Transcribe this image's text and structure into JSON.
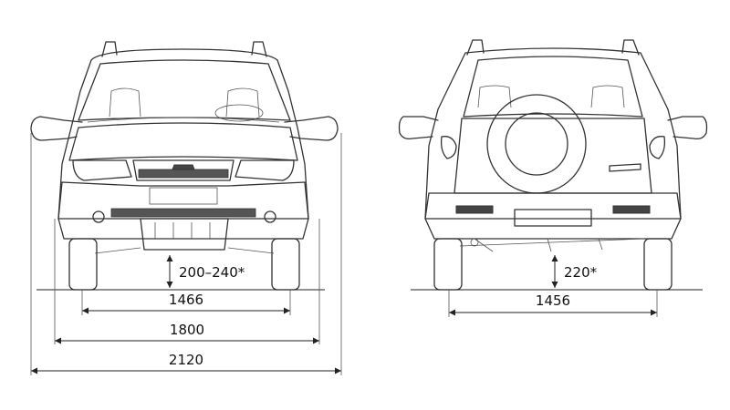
{
  "dimensions": {
    "front_ground_clearance": "200–240*",
    "front_track": "1466",
    "body_width": "1800",
    "width_with_mirrors": "2120",
    "rear_ground_clearance": "220*",
    "rear_track": "1456"
  }
}
